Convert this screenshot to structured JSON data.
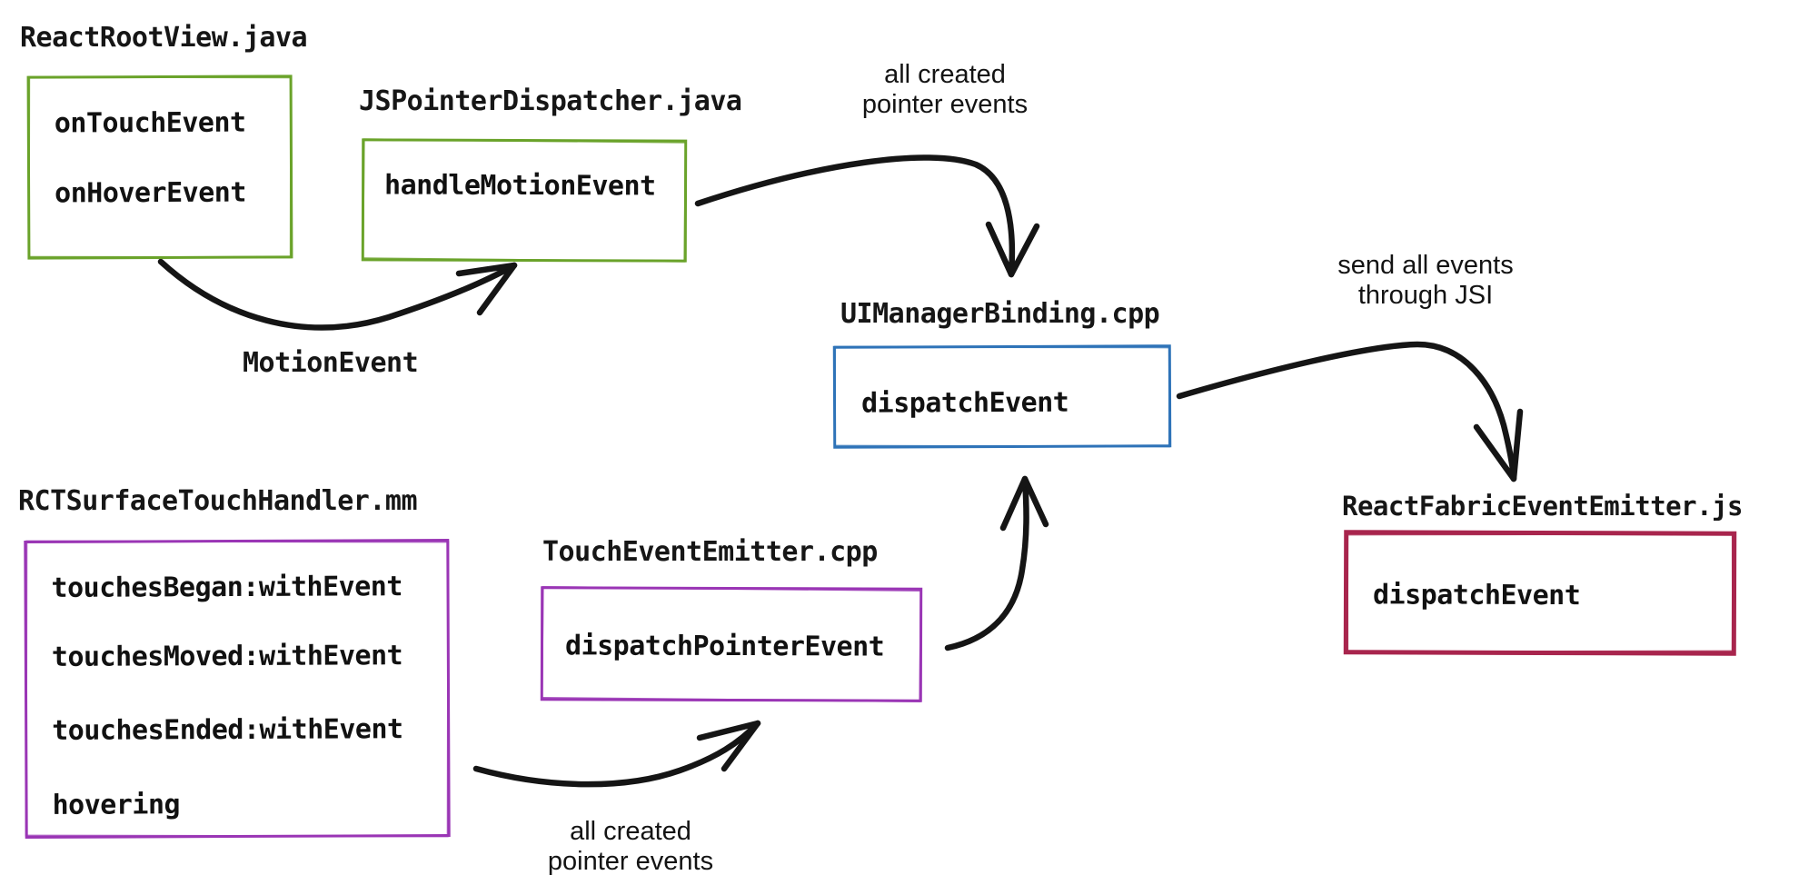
{
  "palette": {
    "background": "#ffffff",
    "ink": "#151515",
    "green": "#6aa32b",
    "blue": "#2e73b8",
    "purple": "#9a36b5",
    "crimson": "#a8254d"
  },
  "nodes": [
    {
      "file": "ReactRootView.java",
      "color": "#6aa32b",
      "methods": [
        "onTouchEvent",
        "onHoverEvent"
      ]
    },
    {
      "file": "JSPointerDispatcher.java",
      "color": "#6aa32b",
      "methods": [
        "handleMotionEvent"
      ]
    },
    {
      "file": "UIManagerBinding.cpp",
      "color": "#2e73b8",
      "methods": [
        "dispatchEvent"
      ]
    },
    {
      "file": "ReactFabricEventEmitter.js",
      "color": "#a8254d",
      "methods": [
        "dispatchEvent"
      ]
    },
    {
      "file": "RCTSurfaceTouchHandler.mm",
      "color": "#9a36b5",
      "methods": [
        "touchesBegan:withEvent",
        "touchesMoved:withEvent",
        "touchesEnded:withEvent",
        "hovering"
      ]
    },
    {
      "file": "TouchEventEmitter.cpp",
      "color": "#9a36b5",
      "methods": [
        "dispatchPointerEvent"
      ]
    }
  ],
  "edges": [
    {
      "from": "ReactRootView.java",
      "to": "JSPointerDispatcher.java",
      "label": "MotionEvent"
    },
    {
      "from": "JSPointerDispatcher.java",
      "to": "UIManagerBinding.cpp",
      "label": "all created pointer events"
    },
    {
      "from": "UIManagerBinding.cpp",
      "to": "ReactFabricEventEmitter.js",
      "label": "send all events through JSI"
    },
    {
      "from": "RCTSurfaceTouchHandler.mm",
      "to": "TouchEventEmitter.cpp",
      "label": "all created pointer events"
    },
    {
      "from": "TouchEventEmitter.cpp",
      "to": "UIManagerBinding.cpp",
      "label": ""
    }
  ],
  "annotations": {
    "motion_event": "MotionEvent",
    "android_pointer_events": {
      "line1": "all created",
      "line2": "pointer events"
    },
    "jsi": {
      "line1": "send all events",
      "line2": "through JSI"
    },
    "ios_pointer_events": {
      "line1": "all created",
      "line2": "pointer events"
    }
  }
}
